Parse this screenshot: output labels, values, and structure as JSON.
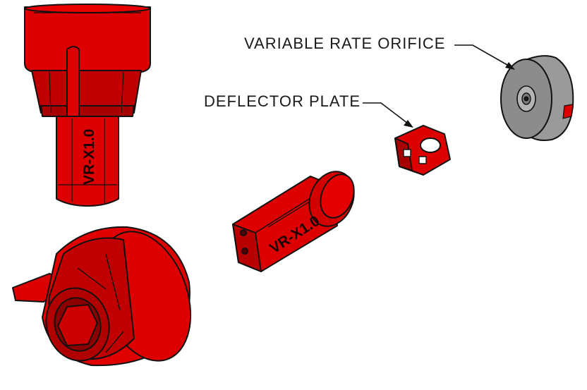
{
  "callouts": {
    "variable_rate_orifice": "VARIABLE RATE ORIFICE",
    "deflector_plate": "DEFLECTOR PLATE"
  },
  "part_markings": {
    "vertical_nozzle": "VR-X1.0",
    "horizontal_nozzle": "VR-X1.0"
  },
  "colors": {
    "part_red": "#dd0000",
    "part_red_dark": "#a80000",
    "part_red_shadow": "#7a0000",
    "orifice_gray": "#8c8c8c",
    "orifice_gray_light": "#b4b4b4",
    "outline": "#111111"
  }
}
